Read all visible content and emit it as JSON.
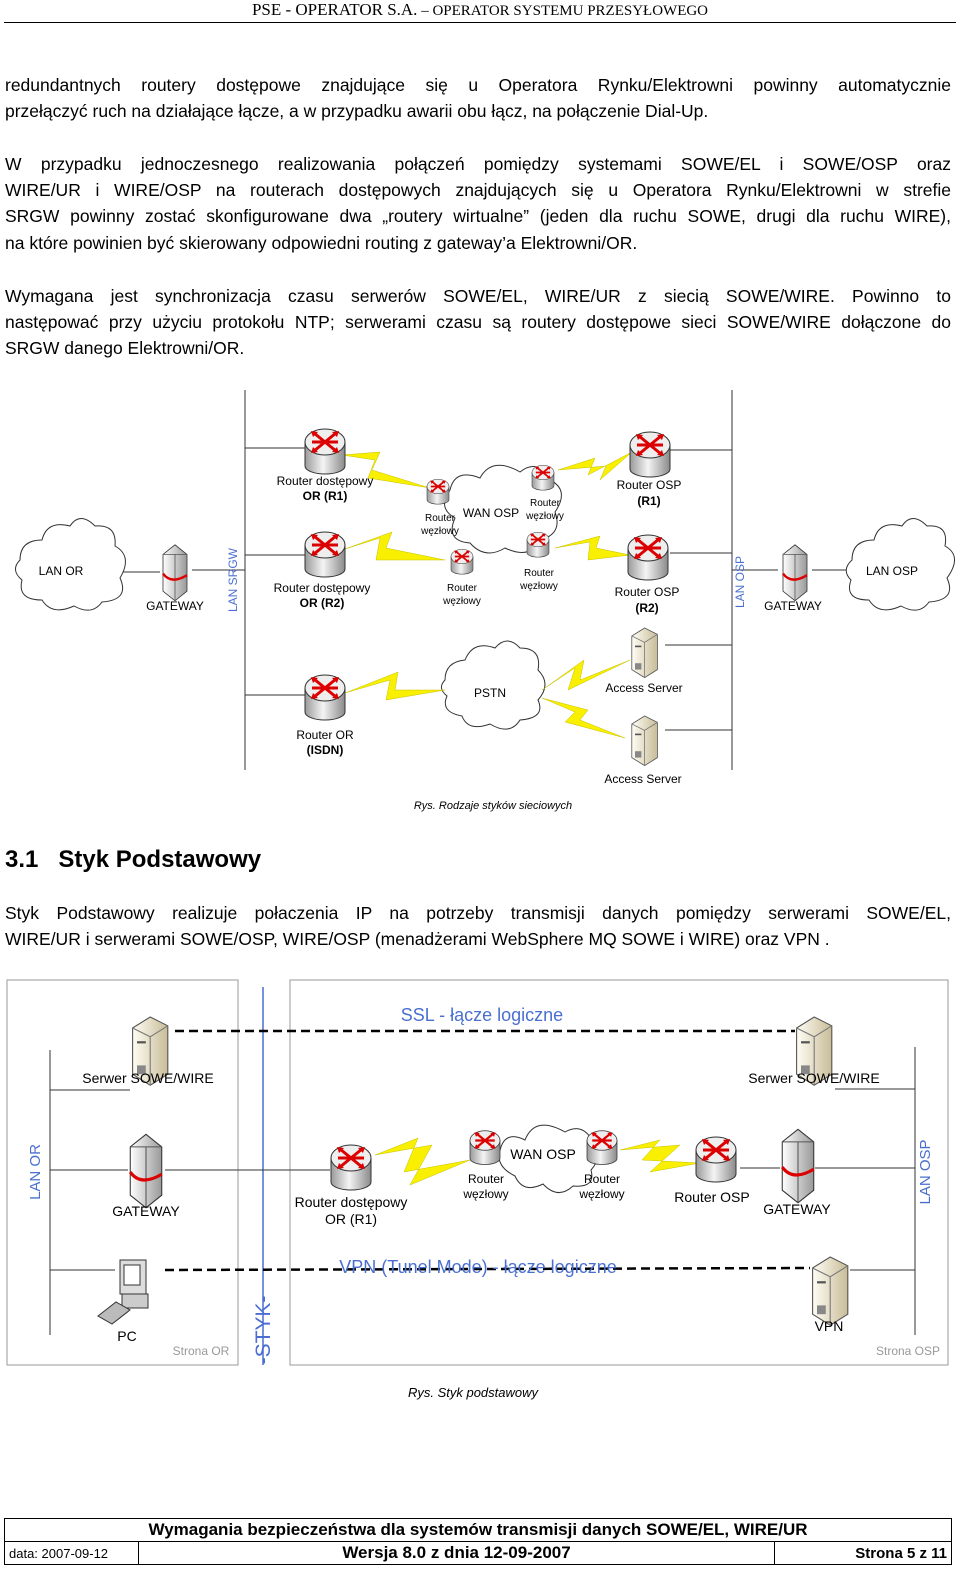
{
  "header": {
    "company": "PSE - OPERATOR S.A.",
    "subtitle": " – OPERATOR SYSTEMU PRZESYŁOWEGO"
  },
  "paragraphs": [
    [
      "redundantnych routery dostępowe znajdujące się u Operatora Rynku/Elektrowni powinny automatycznie",
      "przełączyć ruch na działające łącze, a w przypadku awarii obu łącz, na połączenie Dial-Up."
    ],
    [
      "W przypadku jednoczesnego realizowania połączeń pomiędzy systemami SOWE/EL i SOWE/OSP oraz",
      "WIRE/UR i WIRE/OSP na routerach dostępowych znajdujących się u Operatora Rynku/Elektrowni w strefie",
      "SRGW powinny zostać skonfigurowane dwa „routery wirtualne” (jeden dla ruchu SOWE, drugi dla ruchu WIRE),",
      "na które powinien być skierowany odpowiedni routing z gateway’a  Elektrowni/OR."
    ],
    [
      "Wymagana jest synchronizacja czasu serwerów SOWE/EL, WIRE/UR z siecią SOWE/WIRE. Powinno to",
      "następować przy użyciu protokołu NTP; serwerami czasu są routery dostępowe sieci SOWE/WIRE dołączone do",
      "SRGW danego Elektrowni/OR."
    ],
    [
      "Styk Podstawowy realizuje połaczenia IP na potrzeby transmisji danych pomiędzy serwerami SOWE/EL,",
      "WIRE/UR i serwerami SOWE/OSP, WIRE/OSP (menadżerami WebSphere MQ SOWE i WIRE) oraz  VPN ."
    ]
  ],
  "section": {
    "number": "3.1",
    "title": "Styk Podstawowy"
  },
  "diagram1": {
    "lan_or": "LAN OR",
    "gateway_left": "GATEWAY",
    "lan_srgw": "LAN SRGW",
    "router_r1_l1": "Router dostępowy",
    "router_r1_l2": "OR (R1)",
    "router_r2_l1": "Router dostępowy",
    "router_r2_l2": "OR (R2)",
    "node_router": "Router",
    "node_router_2": "węzłowy",
    "wan_osp": "WAN OSP",
    "osp_r1_l1": "Router OSP",
    "osp_r1_l2": "(R1)",
    "osp_r2_l1": "Router OSP",
    "osp_r2_l2": "(R2)",
    "lan_osp_vertical": "LAN OSP",
    "gateway_right": "GATEWAY",
    "lan_osp": "LAN OSP",
    "pstn": "PSTN",
    "access_server_1": "Access Server",
    "access_server_2": "Access Server",
    "router_isdn_l1": "Router OR",
    "router_isdn_l2": "(ISDN)",
    "caption": "Rys. Rodzaje styków sieciowych"
  },
  "diagram2": {
    "ssl": "SSL - łącze logiczne",
    "server_left": "Serwer SOWE/WIRE",
    "server_right": "Serwer SOWE/WIRE",
    "lan_or": "LAN OR",
    "lan_osp": "LAN OSP",
    "gateway_left": "GATEWAY",
    "gateway_right": "GATEWAY",
    "router_l1": "Router dostępowy",
    "router_l2": "OR (R1)",
    "node_router": "Router",
    "node_router_2": "węzłowy",
    "wan_osp": "WAN OSP",
    "router_osp": "Router OSP",
    "vpn_link": "VPN (Tunel Mode) - łącze logiczne",
    "pc": "PC",
    "vpn": "VPN",
    "strona_or": "Strona OR",
    "strona_osp": "Strona OSP",
    "styk": "-STYK-",
    "caption": "Rys. Styk podstawowy"
  },
  "footer": {
    "title": "Wymagania bezpieczeństwa dla systemów transmisji danych SOWE/EL, WIRE/UR",
    "date": "data: 2007-09-12",
    "version": "Wersja 8.0 z dnia 12-09-2007",
    "page": "Strona 5 z 11"
  },
  "colors": {
    "blue_label": "#4a6fd0",
    "lightning": "#f8f000",
    "server": "#e0d6b8"
  }
}
